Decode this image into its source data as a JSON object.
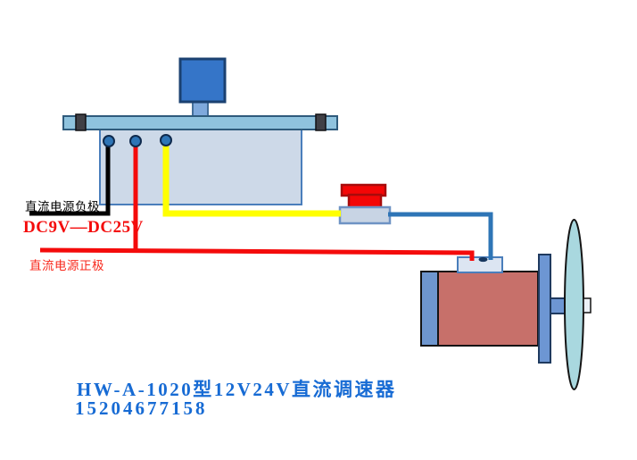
{
  "diagram": {
    "labels": {
      "dc_negative": "直流电源负极",
      "voltage_range": "DC9V—DC25V",
      "dc_positive": "直流电源正极"
    },
    "footer": {
      "model": "HW-A-1020型12V24V直流调速器",
      "phone": "15204677158"
    },
    "colors": {
      "wire_black": "#000000",
      "wire_red": "#f40b0b",
      "wire_yellow": "#ffff00",
      "wire_blue": "#2e75b6",
      "terminal_dot": "#2e75b6",
      "knob_blue": "#3575c8",
      "knob_stem": "#7fa9dc",
      "bar_fill": "#8fc3de",
      "board_fill": "#cdd9e8",
      "button_red": "#f40606",
      "block_fill": "#c8d4e4",
      "terminal_block_fill": "#dce5f2",
      "motor_body": "#c7706a",
      "motor_cap": "#6e96ce",
      "motor_flange": "#6d96d3",
      "fan_fill": "#a9d8df",
      "shaft_tip_fill": "#edf1f7",
      "footer_text": "#176bd4"
    }
  }
}
